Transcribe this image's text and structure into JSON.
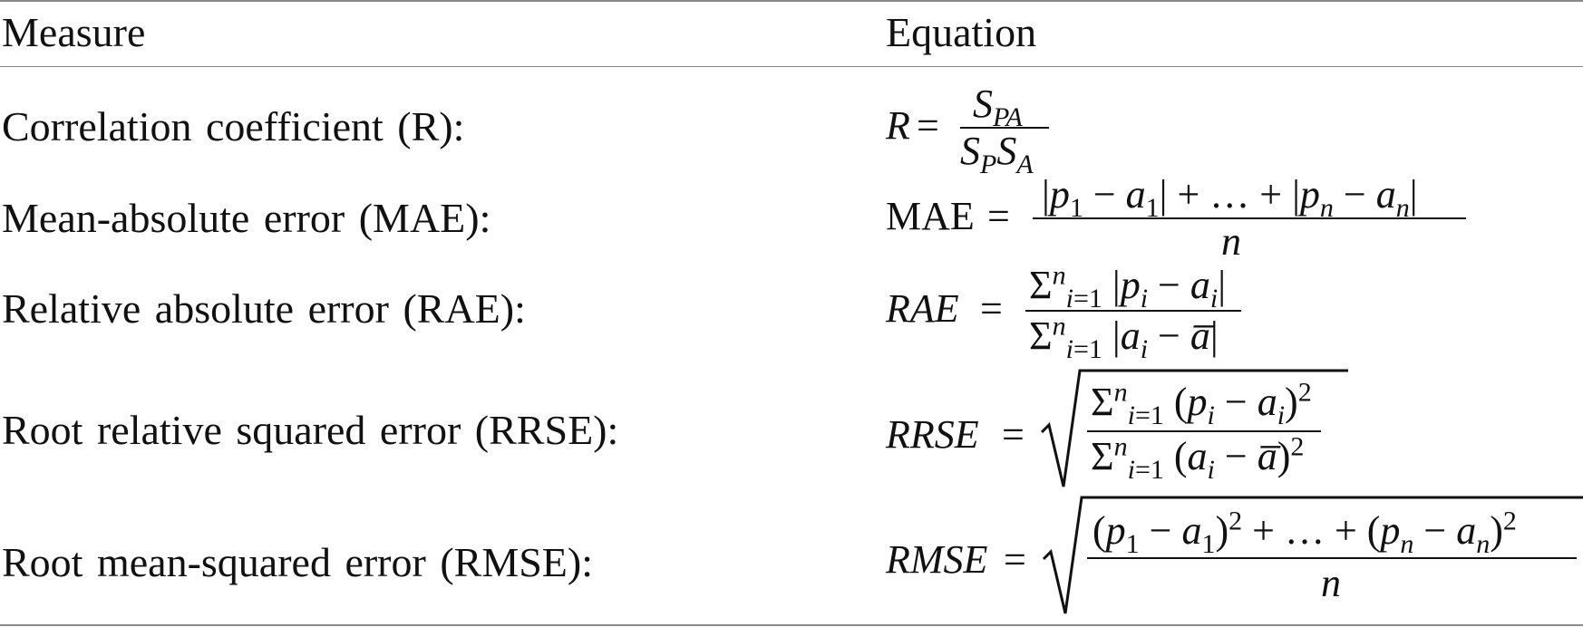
{
  "table": {
    "columns": [
      "Measure",
      "Equation"
    ],
    "rows": [
      {
        "measure": "Correlation coefficient (R):",
        "equation": "R = S_PA / (S_P S_A)"
      },
      {
        "measure": "Mean-absolute error (MAE):",
        "equation": "MAE = (|p_1 − a_1| + ... + |p_n − a_n|) / n"
      },
      {
        "measure": "Relative absolute error (RAE):",
        "equation": "RAE = Σ_{i=1}^n |p_i − a_i| / Σ_{i=1}^n |a_i − ā|"
      },
      {
        "measure": "Root relative squared error (RRSE):",
        "equation": "RRSE = sqrt( Σ_{i=1}^n (p_i − a_i)^2 / Σ_{i=1}^n (a_i − ā)^2 )"
      },
      {
        "measure": "Root mean-squared error (RMSE):",
        "equation": "RMSE = sqrt( ((p_1 − a_1)^2 + ... + (p_n − a_n)^2) / n )"
      }
    ]
  }
}
